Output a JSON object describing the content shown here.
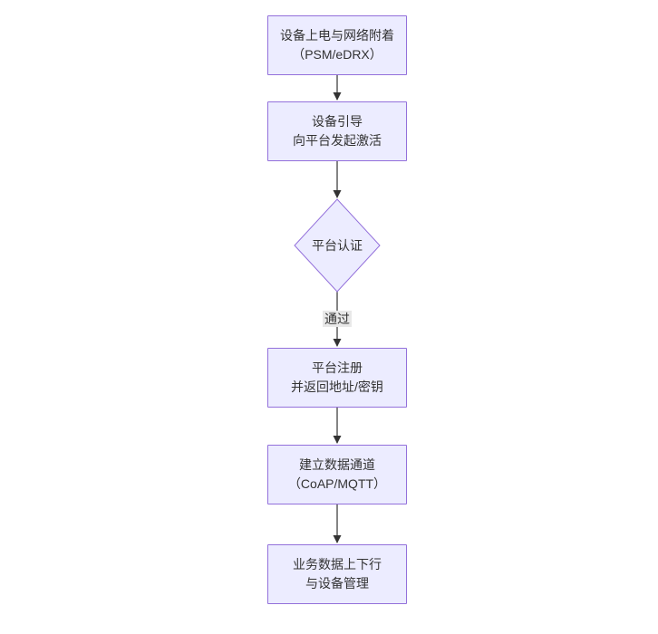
{
  "diagram": {
    "type": "flowchart-vertical",
    "colors": {
      "node_fill": "#ECECFF",
      "node_border": "#9370DB",
      "edge": "#333333",
      "edge_label_bg": "#e8e8e8",
      "text": "#333333",
      "background": "#ffffff"
    },
    "nodes": [
      {
        "id": "power-attach",
        "shape": "rect",
        "lines": [
          "设备上电与网络附着",
          "（PSM/eDRX）"
        ]
      },
      {
        "id": "bootstrap",
        "shape": "rect",
        "lines": [
          "设备引导",
          "向平台发起激活"
        ]
      },
      {
        "id": "platform-auth",
        "shape": "diamond",
        "lines": [
          "平台认证"
        ]
      },
      {
        "id": "platform-register",
        "shape": "rect",
        "lines": [
          "平台注册",
          "并返回地址/密钥"
        ]
      },
      {
        "id": "data-channel",
        "shape": "rect",
        "lines": [
          "建立数据通道",
          "（CoAP/MQTT）"
        ]
      },
      {
        "id": "business-data",
        "shape": "rect",
        "lines": [
          "业务数据上下行",
          "与设备管理"
        ]
      }
    ],
    "edges": [
      {
        "from": "power-attach",
        "to": "bootstrap",
        "label": ""
      },
      {
        "from": "bootstrap",
        "to": "platform-auth",
        "label": ""
      },
      {
        "from": "platform-auth",
        "to": "platform-register",
        "label": "通过"
      },
      {
        "from": "platform-register",
        "to": "data-channel",
        "label": ""
      },
      {
        "from": "data-channel",
        "to": "business-data",
        "label": ""
      }
    ]
  }
}
